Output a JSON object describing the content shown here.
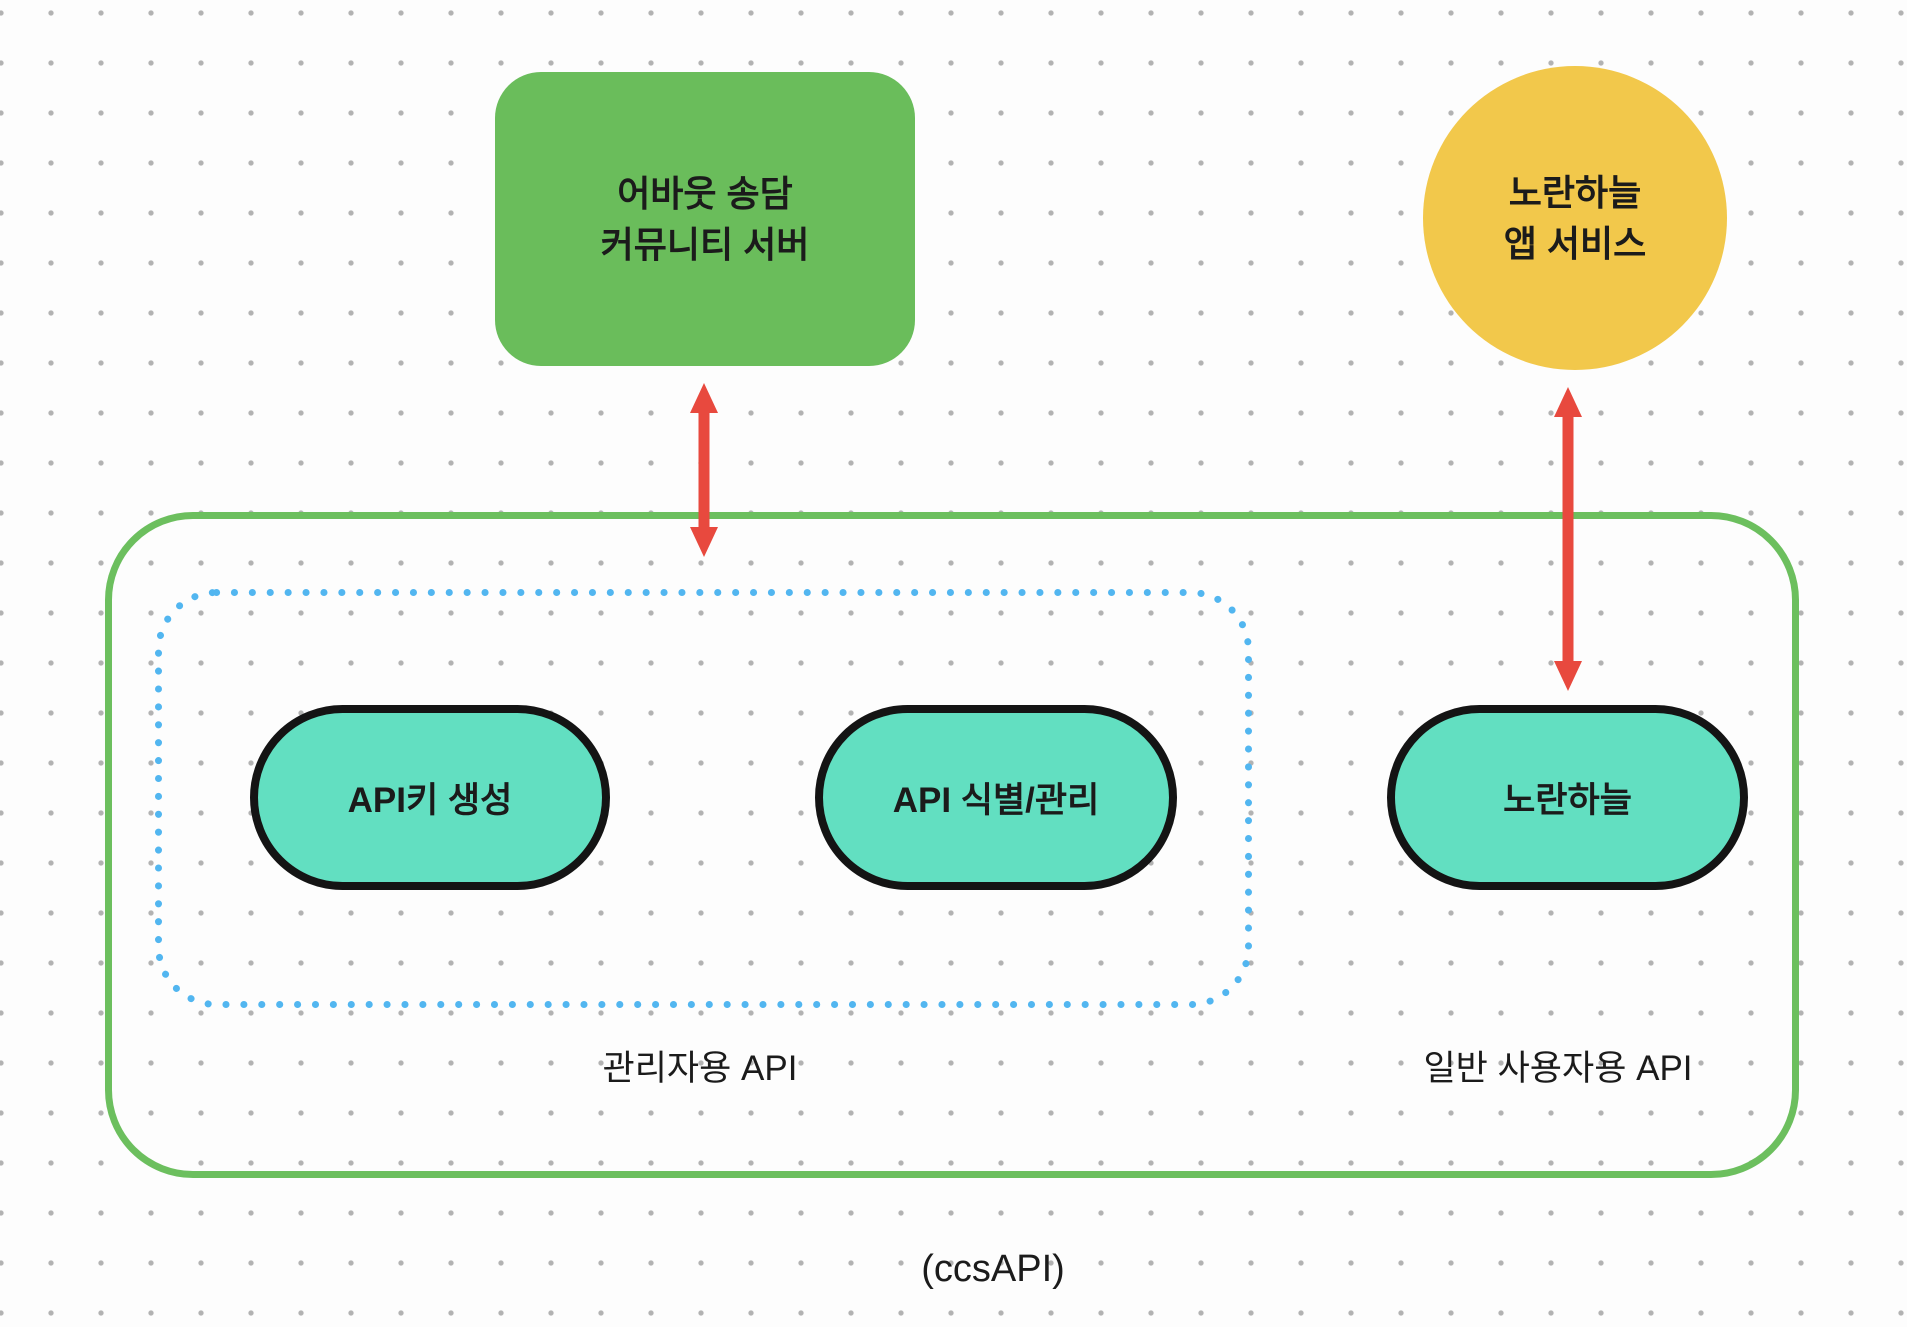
{
  "diagram": {
    "title_caption": "(ccsAPI)",
    "nodes": {
      "community_server": {
        "label": "어바웃 송담\n커뮤니티 서버",
        "shape": "rounded-rectangle",
        "fill": "#6abd5b"
      },
      "app_service": {
        "label": "노란하늘\n앱 서비스",
        "shape": "circle",
        "fill": "#f2c84b"
      },
      "pills": [
        {
          "label": "API키 생성",
          "fill": "#62dfc1",
          "border": "#141414"
        },
        {
          "label": "API 식별/관리",
          "fill": "#62dfc1",
          "border": "#141414"
        },
        {
          "label": "노란하늘",
          "fill": "#62dfc1",
          "border": "#141414"
        }
      ]
    },
    "zones": {
      "admin_api": {
        "label": "관리자용 API",
        "border_style": "dotted",
        "border_color": "#52b6f0"
      },
      "user_api": {
        "label": "일반 사용자용 API"
      },
      "container": {
        "border_color": "#6cbf5e"
      }
    },
    "connectors": [
      {
        "name": "community-server-to-api-container",
        "type": "double-arrow",
        "color": "#e8493e"
      },
      {
        "name": "app-service-to-yellow-sky-pill",
        "type": "double-arrow",
        "color": "#e8493e"
      }
    ],
    "background": {
      "grid": "dot",
      "dot_color": "#b2b2b2",
      "canvas": "#fdfdfd"
    }
  }
}
